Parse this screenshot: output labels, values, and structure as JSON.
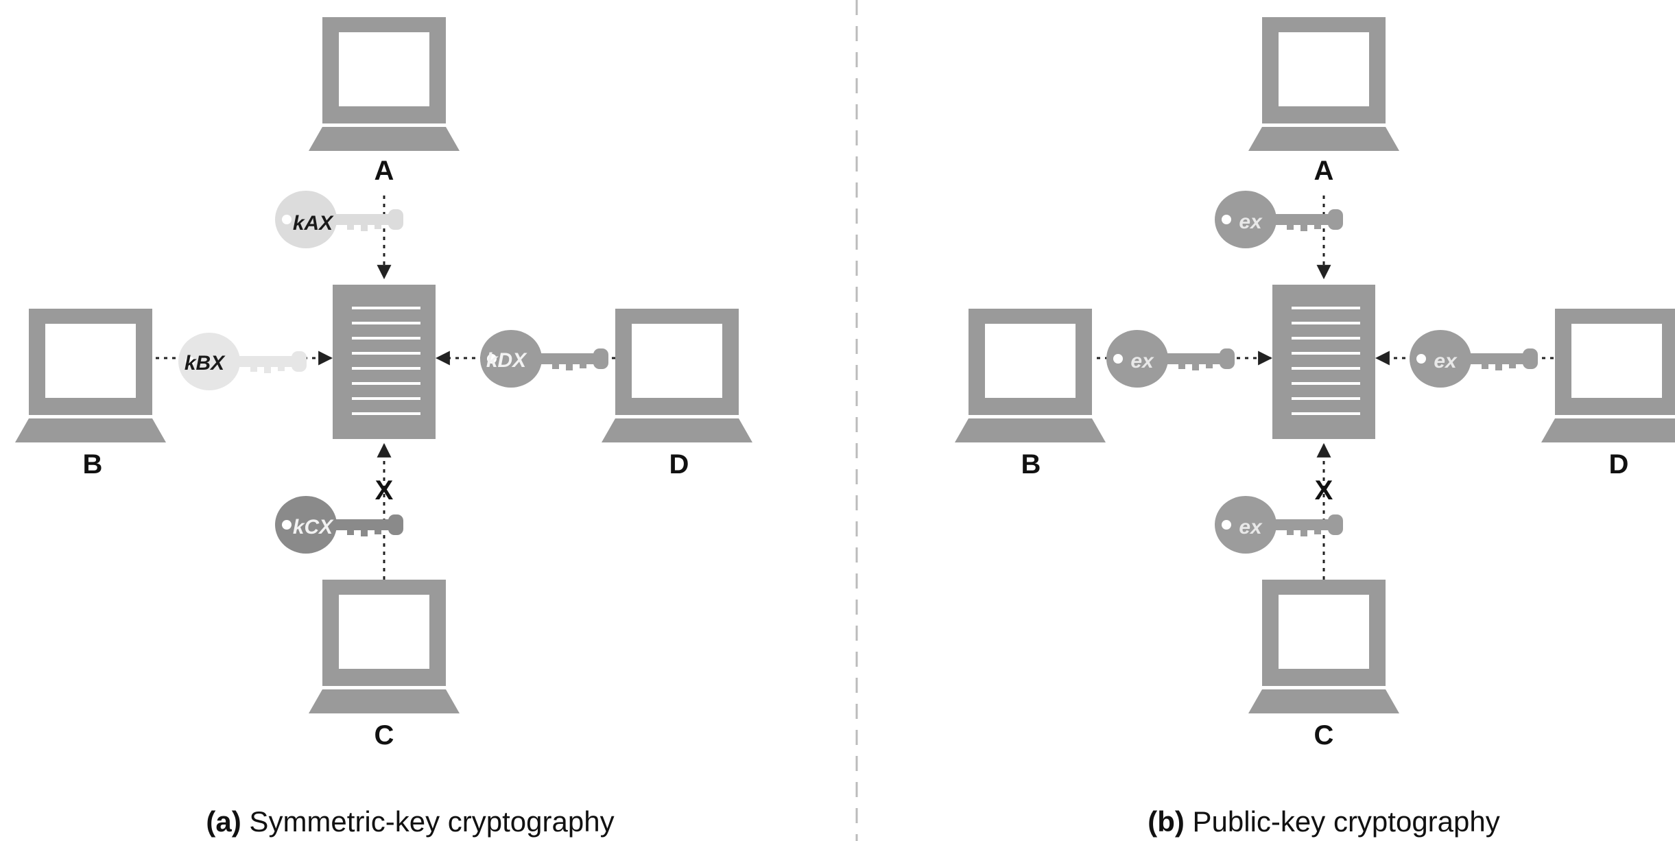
{
  "panels": [
    {
      "id": "a",
      "caption_tag": "(a)",
      "caption_text": " Symmetric-key cryptography",
      "nodes": {
        "top": "A",
        "left": "B",
        "right": "D",
        "bottom": "C",
        "center": "X"
      },
      "keys": {
        "top": "kAX",
        "left": "kBX",
        "right": "kDX",
        "bottom": "kCX"
      }
    },
    {
      "id": "b",
      "caption_tag": "(b)",
      "caption_text": " Public-key cryptography",
      "nodes": {
        "top": "A",
        "left": "B",
        "right": "D",
        "bottom": "C",
        "center": "X"
      },
      "keys": {
        "top": "ex",
        "left": "ex",
        "right": "ex",
        "bottom": "ex"
      }
    }
  ],
  "colors": {
    "device": "#9a9a9a",
    "key_light": "#dcdcdc",
    "key_mid": "#9c9c9c",
    "key_dark": "#8a8a8a",
    "key_text_dark": "#1a1a1a",
    "key_text_light": "#f2f2f2",
    "connector": "#222222",
    "divider": "#bbbbbb"
  }
}
